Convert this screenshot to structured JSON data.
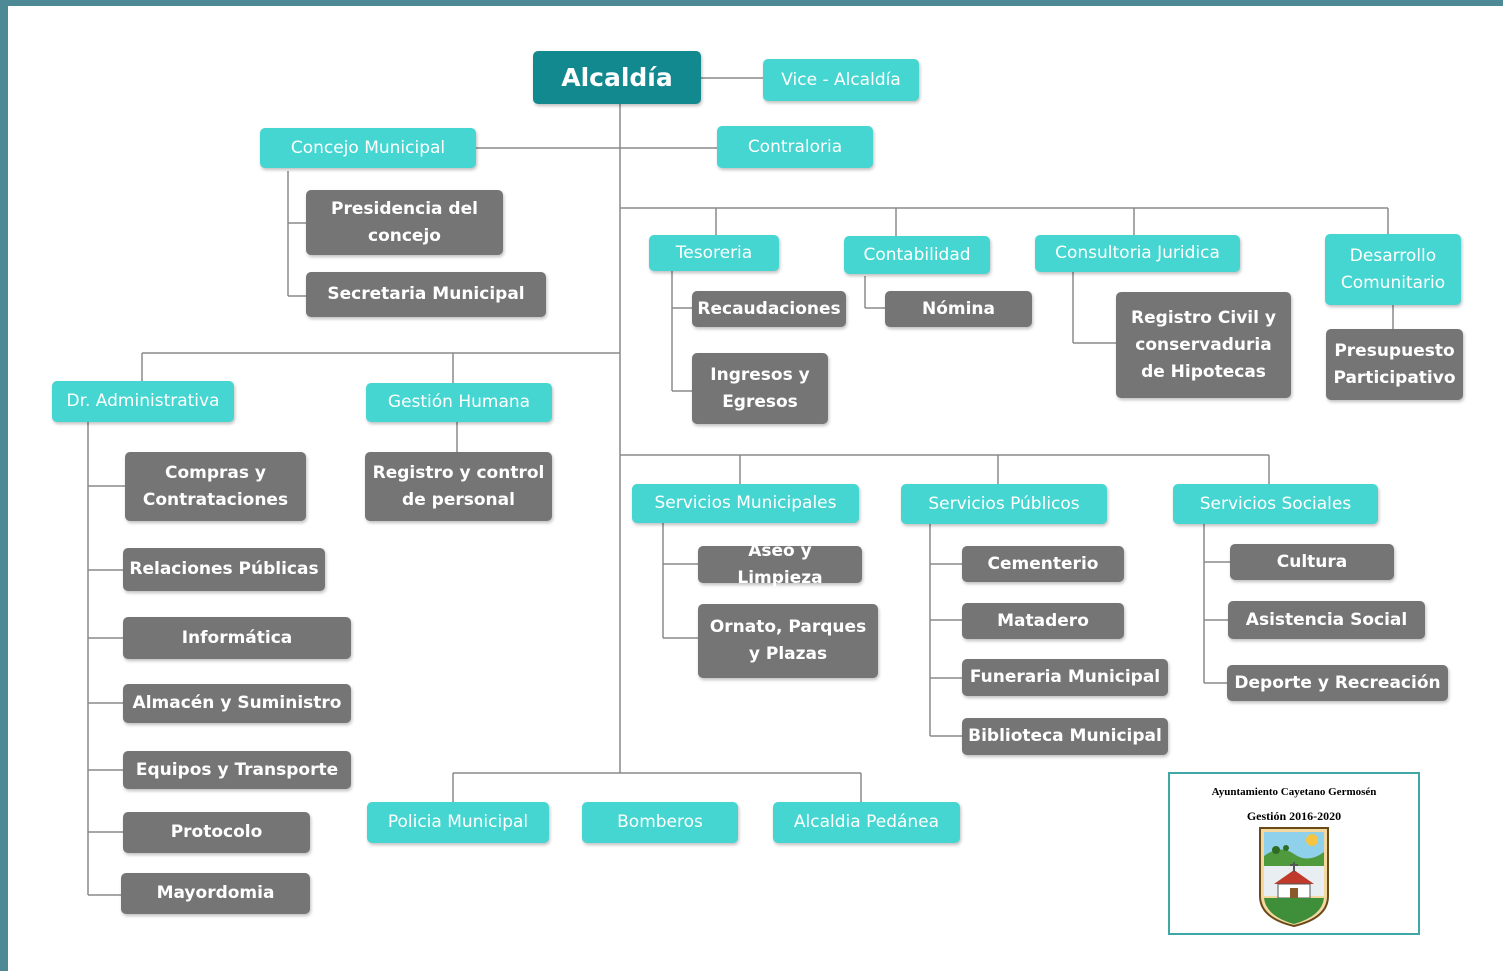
{
  "nodes": {
    "alcaldia": "Alcaldía",
    "vice_alcaldia": "Vice - Alcaldía",
    "concejo_municipal": "Concejo Municipal",
    "contraloria": "Contraloria",
    "presidencia_concejo": "Presidencia del\nconcejo",
    "secretaria_municipal": "Secretaria Municipal",
    "tesoreria": "Tesoreria",
    "recaudaciones": "Recaudaciones",
    "ingresos_egresos": "Ingresos y\nEgresos",
    "contabilidad": "Contabilidad",
    "nomina": "Nómina",
    "consultoria_juridica": "Consultoria Juridica",
    "registro_civil": "Registro Civil y\nconservaduria\nde Hipotecas",
    "desarrollo_comunitario": "Desarrollo\nComunitario",
    "presupuesto_participativo": "Presupuesto\nParticipativo",
    "dr_administrativa": "Dr. Administrativa",
    "compras": "Compras y\nContrataciones",
    "relaciones_publicas": "Relaciones Públicas",
    "informatica": "Informática",
    "almacen": "Almacén y Suministro",
    "equipos": "Equipos y Transporte",
    "protocolo": "Protocolo",
    "mayordomia": "Mayordomia",
    "gestion_humana": "Gestión Humana",
    "registro_personal": "Registro y control\nde personal",
    "servicios_municipales": "Servicios Municipales",
    "aseo": "Aseo y Limpieza",
    "ornato": "Ornato, Parques\ny Plazas",
    "servicios_publicos": "Servicios Públicos",
    "cementerio": "Cementerio",
    "matadero": "Matadero",
    "funeraria": "Funeraria Municipal",
    "biblioteca": "Biblioteca Municipal",
    "servicios_sociales": "Servicios  Sociales",
    "cultura": "Cultura",
    "asistencia_social": "Asistencia Social",
    "deporte": "Deporte y Recreación",
    "policia": "Policia Municipal",
    "bomberos": "Bomberos",
    "alcaldia_pedanea": "Alcaldia Pedánea"
  },
  "logo_card": {
    "title": "Ayuntamiento Cayetano Germosén",
    "subtitle": "Gestión 2016-2020"
  },
  "colors": {
    "teal": "#45d6d1",
    "gray": "#757575",
    "dark_teal": "#12888f",
    "line": "#8a8a8a"
  }
}
